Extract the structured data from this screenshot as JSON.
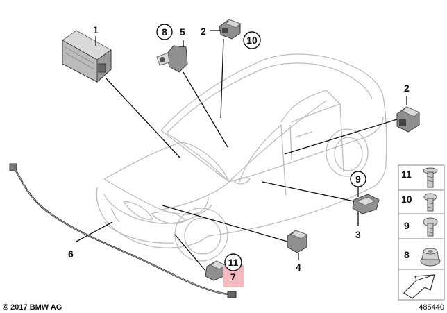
{
  "diagram": {
    "callouts": {
      "p1": "1",
      "p2_top": "2",
      "p2_right": "2",
      "p3": "3",
      "p4": "4",
      "p5": "5",
      "p6": "6",
      "p7": "7",
      "p8_circle": "8",
      "p9_circle": "9",
      "p10_circle": "10",
      "p11_circle": "11"
    },
    "fasteners_panel": {
      "items": [
        {
          "label": "11",
          "icon": "bolt-head-icon"
        },
        {
          "label": "10",
          "icon": "torx-screw-icon"
        },
        {
          "label": "9",
          "icon": "screw-icon"
        },
        {
          "label": "8",
          "icon": "nut-icon"
        }
      ],
      "arrow_icon": "direction-arrow-icon"
    },
    "copyright": "© 2017 BMW AG",
    "diagram_number": "485440",
    "highlight_color": "#f6b9c0"
  }
}
